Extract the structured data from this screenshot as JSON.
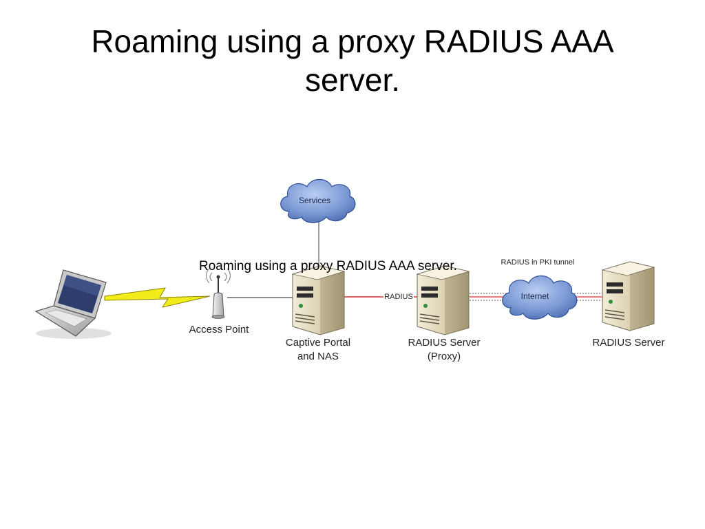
{
  "slide": {
    "title": "Roaming using a proxy RADIUS AAA server."
  },
  "diagram": {
    "caption": "Roaming using a proxy RADIUS AAA server.",
    "nodes": {
      "access_point": {
        "label": "Access Point"
      },
      "captive_portal": {
        "label_line1": "Captive Portal",
        "label_line2": "and NAS"
      },
      "radius_proxy": {
        "label_line1": "RADIUS Server",
        "label_line2": "(Proxy)"
      },
      "radius_server": {
        "label": "RADIUS Server"
      },
      "services_cloud": {
        "label": "Services"
      },
      "internet_cloud": {
        "label": "Internet"
      }
    },
    "links": {
      "radius_link": {
        "label": "RADIUS"
      },
      "pki_tunnel": {
        "label": "RADIUS in PKI tunnel"
      }
    },
    "colors": {
      "radius_link": "#d9272e",
      "tunnel_dots": "#777777",
      "cloud_fill": "#6f8fd0",
      "server_body": "#d9cfae"
    }
  }
}
